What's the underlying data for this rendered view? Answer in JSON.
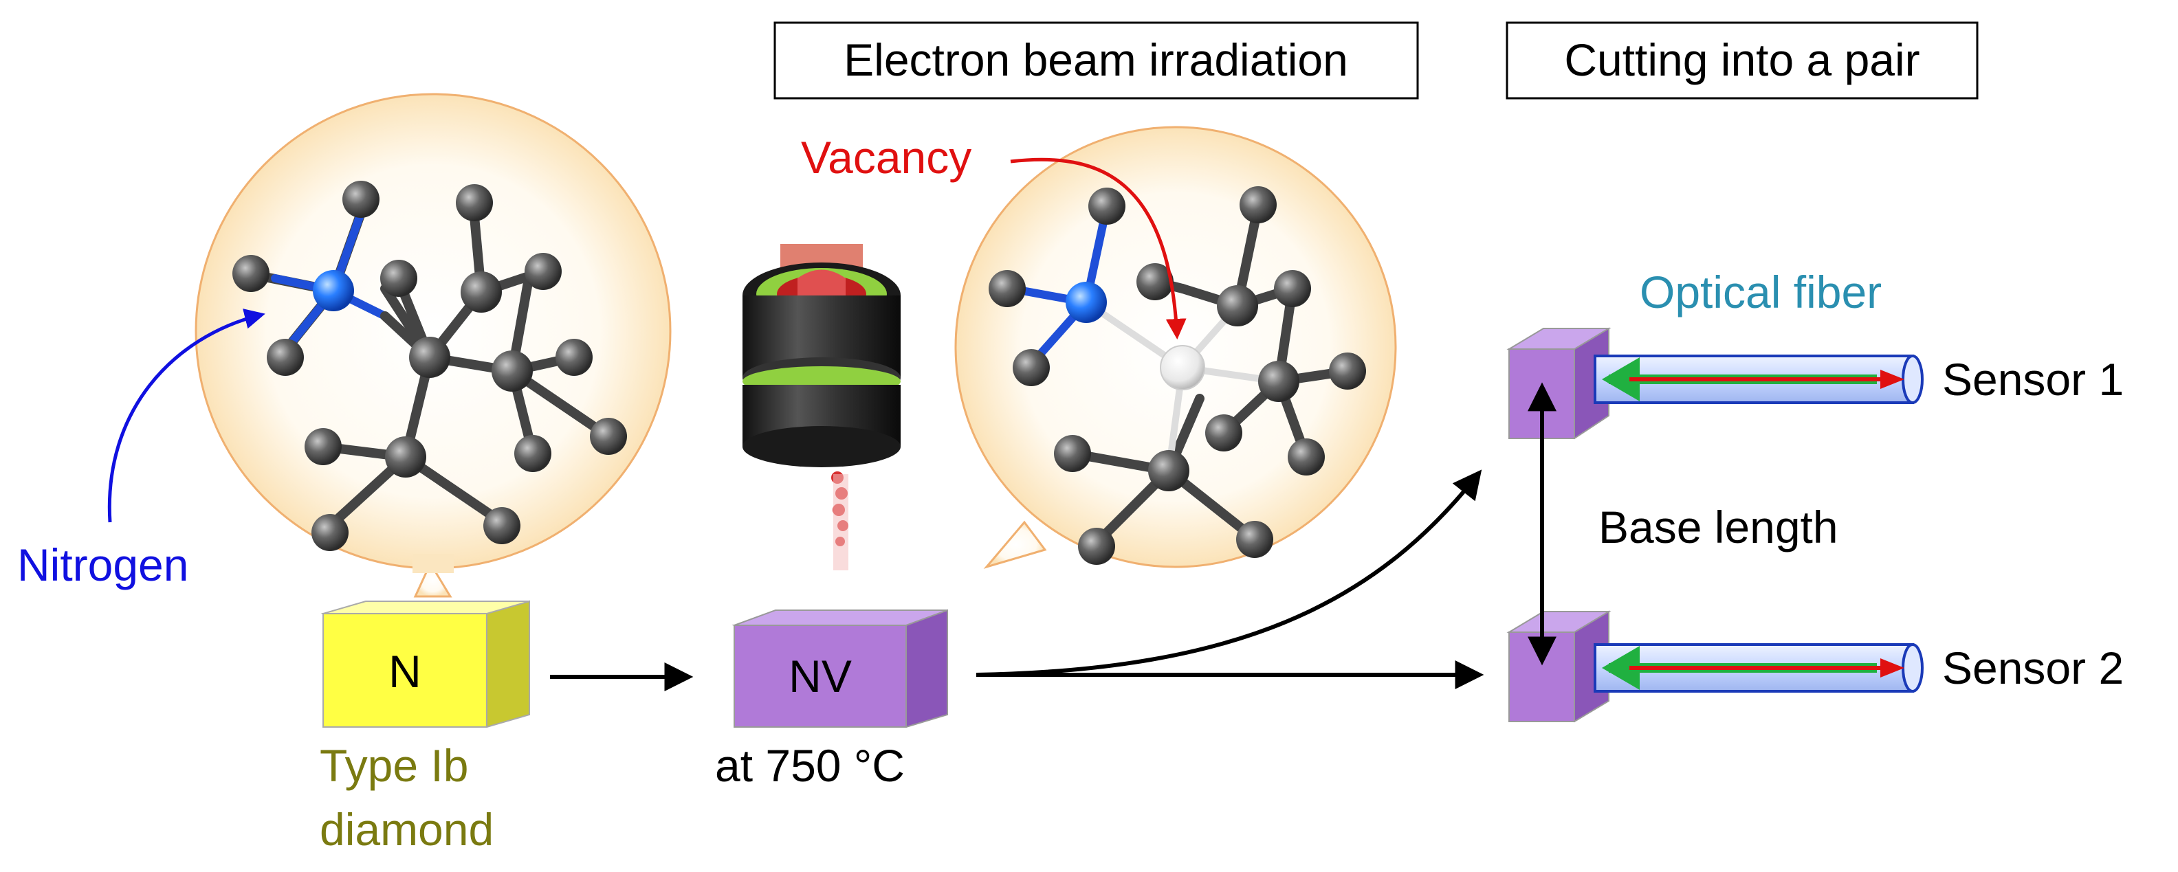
{
  "labels": {
    "electron_beam": "Electron beam irradiation",
    "cutting": "Cutting into a pair",
    "vacancy": "Vacancy",
    "nitrogen": "Nitrogen",
    "optical_fiber": "Optical fiber",
    "sensor1": "Sensor 1",
    "sensor2": "Sensor 2",
    "base_length": "Base length",
    "n_block": "N",
    "nv_block": "NV",
    "type_ib_line1": "Type Ib",
    "type_ib_line2": "diamond",
    "temperature": "at 750 °C"
  },
  "colors": {
    "nitrogen_atom": "#1f5fff",
    "carbon_atom": "#4a4a4a",
    "vacancy_site": "#f2f2f2",
    "nitrogen_text": "#1010e0",
    "vacancy_text": "#e01010",
    "type_ib_text": "#7a7a10",
    "fiber_text": "#2a8fb0",
    "n_block": "#ffff44",
    "nv_block": "#b07ad8",
    "bubble_fill": "#fdf0d8",
    "bubble_stroke": "#f0b070",
    "fiber_fill": "#cfdcff",
    "fiber_stroke": "#1a3ab8",
    "beam_red": "#d83030",
    "beam_green": "#90d040",
    "arrow_red": "#e01010",
    "arrow_green": "#20b040"
  },
  "icons": {
    "electron_gun": "electron-gun-icon",
    "diamond_block": "cube-icon",
    "fiber": "optical-fiber-icon"
  }
}
